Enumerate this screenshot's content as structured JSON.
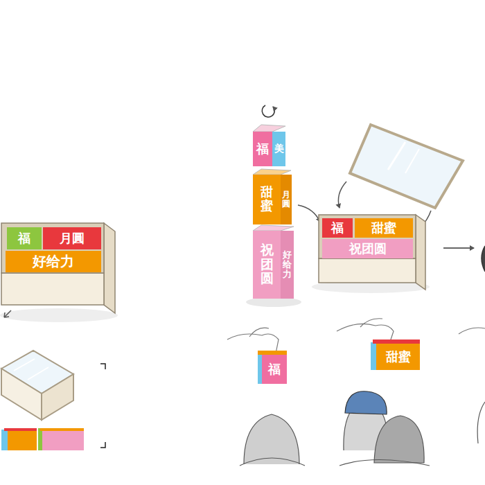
{
  "diagram": {
    "nodes": [
      {
        "text": [
          "福"
        ]
      },
      {
        "text": [
          "月圓"
        ]
      },
      {
        "text": [
          "好给力"
        ]
      },
      {
        "text": [
          "福"
        ]
      },
      {
        "text": [
          "美"
        ]
      },
      {
        "text": [
          "甜蜜"
        ]
      },
      {
        "text": [
          "月圓"
        ]
      },
      {
        "text": [
          "祝团圆"
        ]
      },
      {
        "text": [
          "好给力"
        ]
      },
      {
        "text": [
          "福"
        ]
      },
      {
        "text": [
          "甜蜜"
        ]
      },
      {
        "text": [
          "祝团圆"
        ]
      },
      {
        "text": [
          "福"
        ]
      },
      {
        "text": [
          "甜蜜"
        ]
      }
    ]
  }
}
